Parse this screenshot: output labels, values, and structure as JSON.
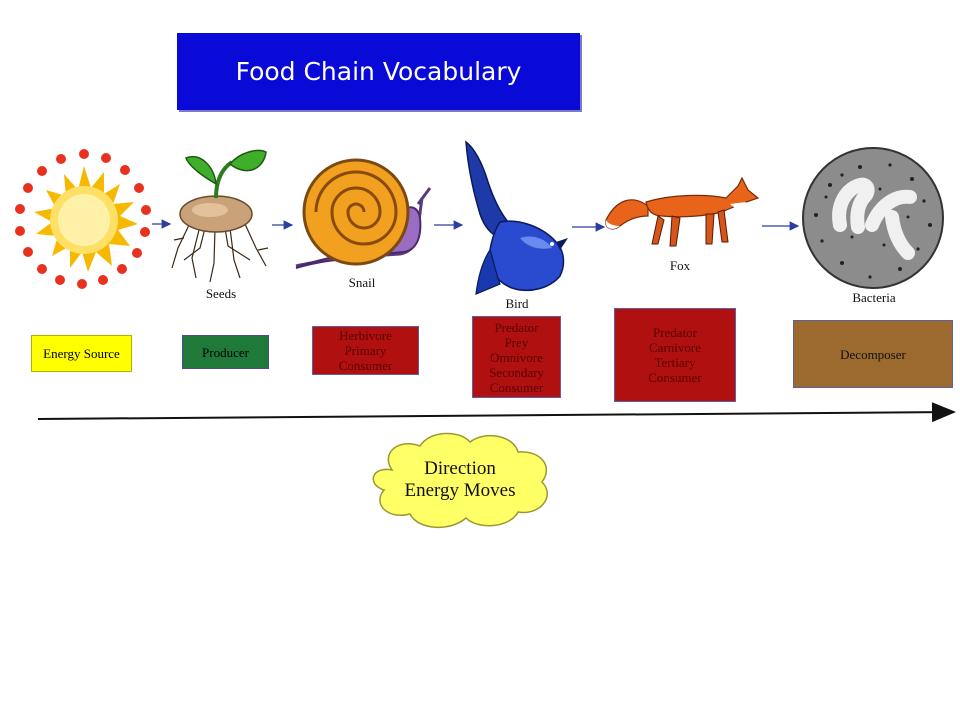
{
  "title": "Food Chain Vocabulary",
  "organisms": {
    "seeds": "Seeds",
    "snail": "Snail",
    "bird": "Bird",
    "fox": "Fox",
    "bacteria": "Bacteria"
  },
  "roles": {
    "energy_source": "Energy Source",
    "producer": "Producer",
    "herbivore": "Herbivore\nPrimary\nConsumer",
    "bird_roles": "Predator\nPrey\nOmnivore\nSecondary\nConsumer",
    "fox_roles": "Predator\nCarnivore\nTertiary\nConsumer",
    "decomposer": "Decomposer"
  },
  "cloud_label": "Direction\nEnergy Moves",
  "colors": {
    "title_bg": "#0a0ad8",
    "energy_source": "#ffff00",
    "producer": "#1f7a3a",
    "consumer": "#b01010",
    "decomposer": "#9c6a2e",
    "cloud": "#ffff66"
  }
}
